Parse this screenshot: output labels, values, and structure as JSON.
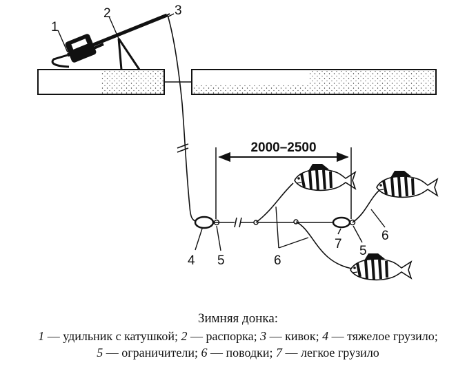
{
  "labels": {
    "n1": "1",
    "n2": "2",
    "n3": "3",
    "n4": "4",
    "n5a": "5",
    "n5b": "5",
    "n6a": "6",
    "n6b": "6",
    "n7": "7"
  },
  "dimension": "2000–2500",
  "caption": {
    "title": "Зимняя донка:",
    "line1": [
      {
        "n": "1",
        "t": " — удильник с катушкой; "
      },
      {
        "n": "2",
        "t": " — распорка; "
      },
      {
        "n": "3",
        "t": " — кивок; "
      },
      {
        "n": "4",
        "t": " — тяжелое грузило;"
      }
    ],
    "line2": [
      {
        "n": "5",
        "t": " — ограничители; "
      },
      {
        "n": "6",
        "t": " — поводки; "
      },
      {
        "n": "7",
        "t": " — легкое грузило"
      }
    ]
  }
}
